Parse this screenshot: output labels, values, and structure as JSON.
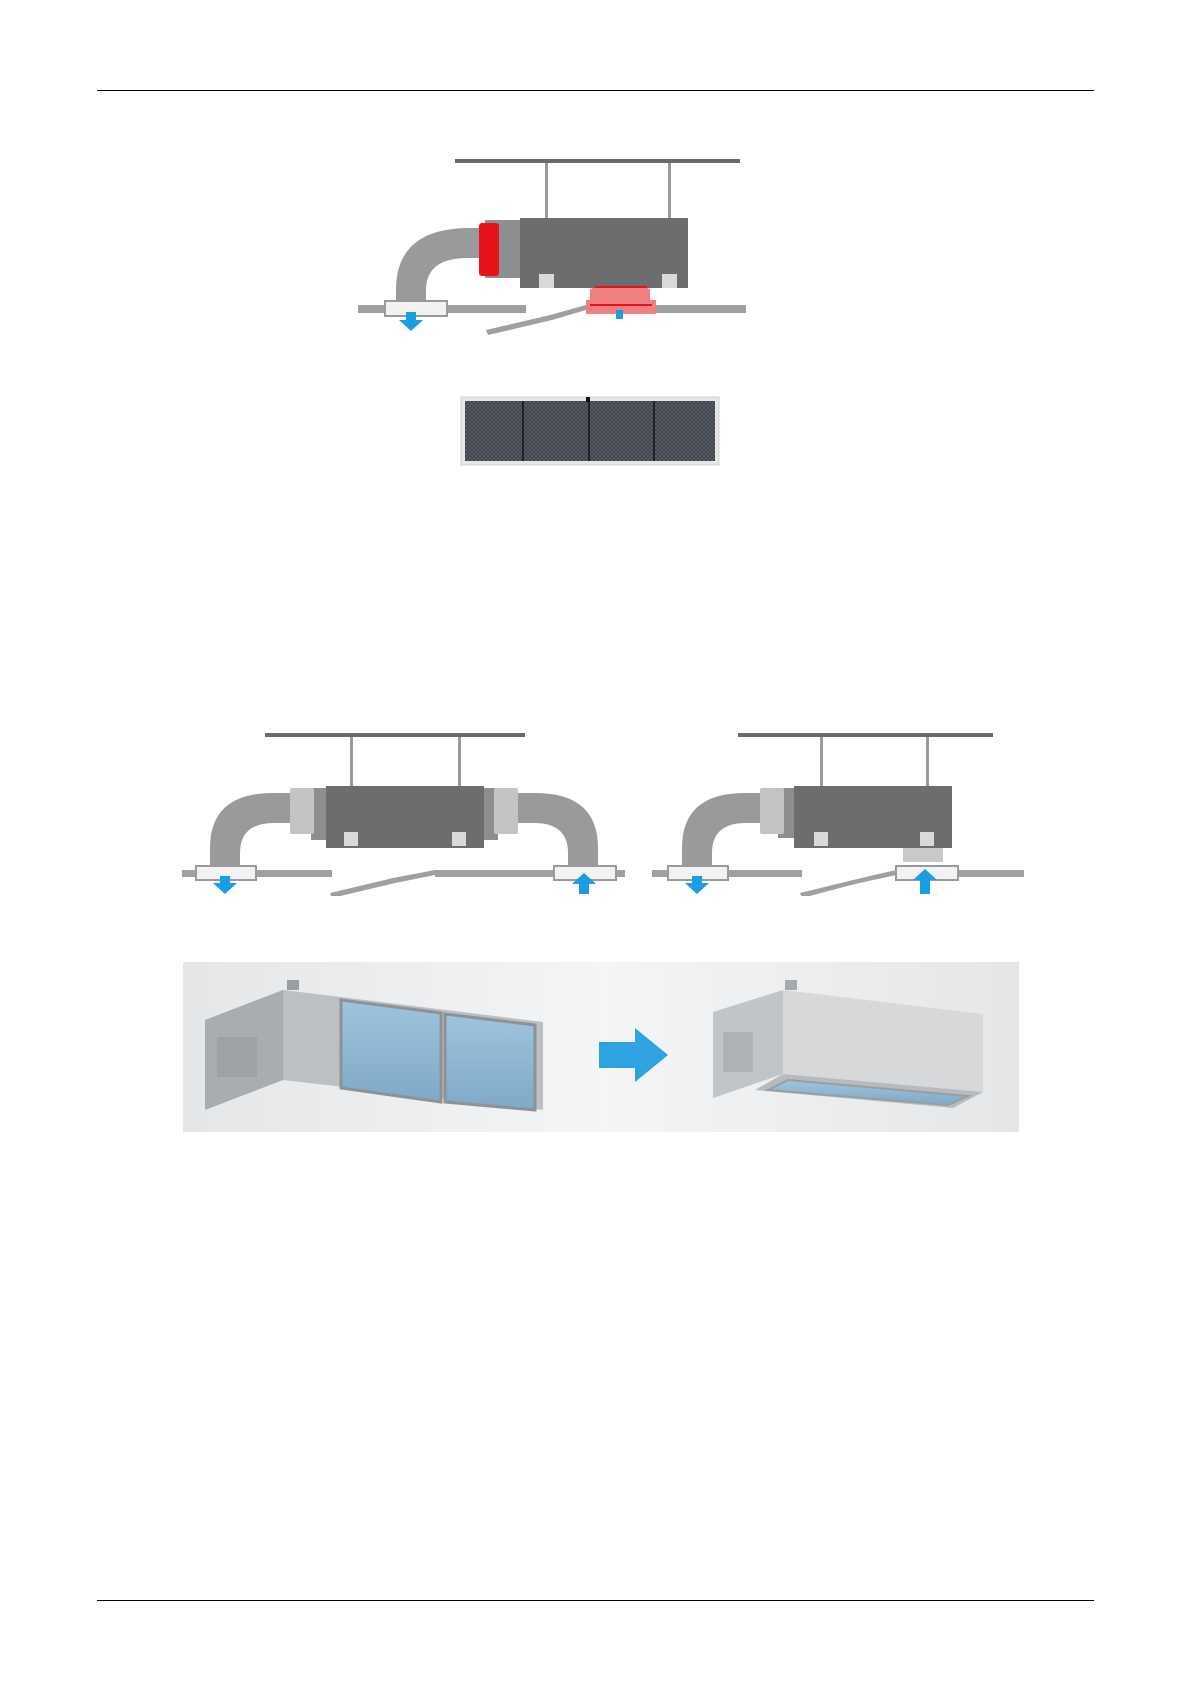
{
  "page": {
    "background": "#ffffff"
  },
  "figures": [
    {
      "name": "ducted-unit-bottom-return-diagram",
      "icon": "ducted-unit-diagram-icon",
      "accent": "#e8121d"
    },
    {
      "name": "air-filter-photo",
      "icon": "mesh-filter-icon"
    },
    {
      "name": "ducted-unit-rear-return-diagram",
      "icon": "ducted-unit-diagram-icon"
    },
    {
      "name": "ducted-unit-bottom-return-diagram-2",
      "icon": "ducted-unit-diagram-icon"
    },
    {
      "name": "filter-position-change-photo",
      "icon": "indoor-unit-icon",
      "arrow_color": "#2ea3e0"
    }
  ],
  "colors": {
    "unit_body": "#6d6d70",
    "duct": "#9a9a9c",
    "flow_arrow": "#1a9de2",
    "highlight_red": "#e8121d",
    "highlight_pink": "#f08080",
    "ceiling_line": "#6a6a6a"
  }
}
